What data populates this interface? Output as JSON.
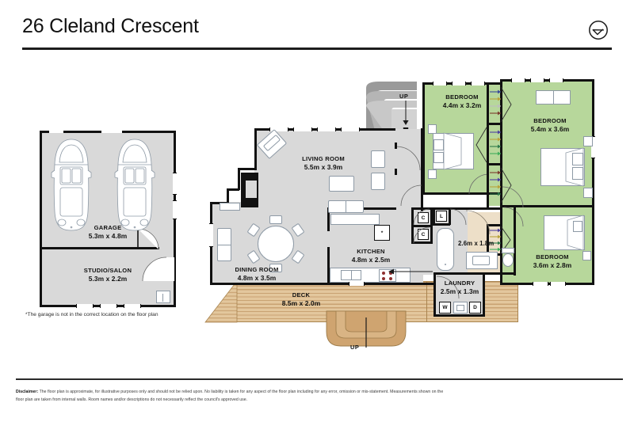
{
  "header": {
    "title": "26 Cleland Crescent",
    "logo_name": "circular-arrow-logo"
  },
  "footer": {
    "disclaimer_label": "Disclaimer:",
    "disclaimer_text": " The floor plan is approximate, for illustrative purposes only and should not be relied upon. No liability is taken for any aspect of the floor plan including for any error, omission or mis-statement. Measurements shown on the floor plan are taken from internal walls. Room names and/or descriptions do not necessarily reflect the council's approved use."
  },
  "notes": {
    "garage_note": "*The garage is not in the correct location on the floor plan"
  },
  "colors": {
    "bedroom_green": "#b7d79b",
    "interior_gray": "#d9d9d9",
    "bathroom_beige": "#eddfc8",
    "deck_timber": "#cfa470",
    "wall_black": "#111111"
  },
  "rooms": [
    {
      "id": "garage",
      "name": "GARAGE",
      "dimensions": "5.3m x 4.8m",
      "fill": "gray"
    },
    {
      "id": "studio-salon",
      "name": "STUDIO/SALON",
      "dimensions": "5.3m x 2.2m",
      "fill": "gray"
    },
    {
      "id": "living-room",
      "name": "LIVING ROOM",
      "dimensions": "5.5m x 3.9m",
      "fill": "gray"
    },
    {
      "id": "dining-room",
      "name": "DINING ROOM",
      "dimensions": "4.8m x 3.5m",
      "fill": "gray"
    },
    {
      "id": "kitchen",
      "name": "KITCHEN",
      "dimensions": "4.8m x 2.5m",
      "fill": "gray"
    },
    {
      "id": "bedroom-1",
      "name": "BEDROOM",
      "dimensions": "4.4m x 3.2m",
      "fill": "green"
    },
    {
      "id": "bedroom-2",
      "name": "BEDROOM",
      "dimensions": "5.4m x 3.6m",
      "fill": "green"
    },
    {
      "id": "bedroom-3",
      "name": "BEDROOM",
      "dimensions": "3.6m x 2.8m",
      "fill": "green"
    },
    {
      "id": "bathroom",
      "name": "",
      "dimensions": "2.6m x 1.8m",
      "fill": "beige"
    },
    {
      "id": "laundry",
      "name": "LAUNDRY",
      "dimensions": "2.5m x 1.3m",
      "fill": "gray"
    },
    {
      "id": "deck",
      "name": "DECK",
      "dimensions": "8.5m x 2.0m",
      "fill": "timber"
    }
  ],
  "fixtures": {
    "closet_1": "C",
    "closet_2": "C",
    "linen": "L",
    "washer": "W",
    "dryer": "D",
    "fridge": "*"
  },
  "stairs": {
    "entry_up": "UP",
    "deck_up": "UP"
  }
}
